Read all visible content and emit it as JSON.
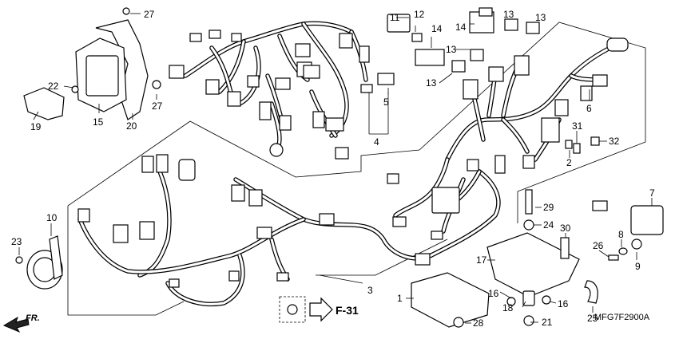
{
  "diagram": {
    "drawing_code": "MFG7F2900A",
    "reference": "F-31",
    "direction": "FR.",
    "callouts": [
      {
        "id": "c1",
        "label": "1"
      },
      {
        "id": "c2",
        "label": "2"
      },
      {
        "id": "c3",
        "label": "3"
      },
      {
        "id": "c4",
        "label": "4"
      },
      {
        "id": "c5",
        "label": "5"
      },
      {
        "id": "c6",
        "label": "6"
      },
      {
        "id": "c7",
        "label": "7"
      },
      {
        "id": "c8",
        "label": "8"
      },
      {
        "id": "c9",
        "label": "9"
      },
      {
        "id": "c10",
        "label": "10"
      },
      {
        "id": "c11",
        "label": "11"
      },
      {
        "id": "c12",
        "label": "12"
      },
      {
        "id": "c13a",
        "label": "13"
      },
      {
        "id": "c13b",
        "label": "13"
      },
      {
        "id": "c13c",
        "label": "13"
      },
      {
        "id": "c13d",
        "label": "13"
      },
      {
        "id": "c14a",
        "label": "14"
      },
      {
        "id": "c14b",
        "label": "14"
      },
      {
        "id": "c15",
        "label": "15"
      },
      {
        "id": "c16a",
        "label": "16"
      },
      {
        "id": "c16b",
        "label": "16"
      },
      {
        "id": "c17",
        "label": "17"
      },
      {
        "id": "c18",
        "label": "18"
      },
      {
        "id": "c19",
        "label": "19"
      },
      {
        "id": "c20",
        "label": "20"
      },
      {
        "id": "c21",
        "label": "21"
      },
      {
        "id": "c22",
        "label": "22"
      },
      {
        "id": "c23",
        "label": "23"
      },
      {
        "id": "c24",
        "label": "24"
      },
      {
        "id": "c25",
        "label": "25"
      },
      {
        "id": "c26",
        "label": "26"
      },
      {
        "id": "c27a",
        "label": "27"
      },
      {
        "id": "c27b",
        "label": "27"
      },
      {
        "id": "c28",
        "label": "28"
      },
      {
        "id": "c29",
        "label": "29"
      },
      {
        "id": "c30",
        "label": "30"
      },
      {
        "id": "c31",
        "label": "31"
      },
      {
        "id": "c32",
        "label": "32"
      }
    ]
  }
}
